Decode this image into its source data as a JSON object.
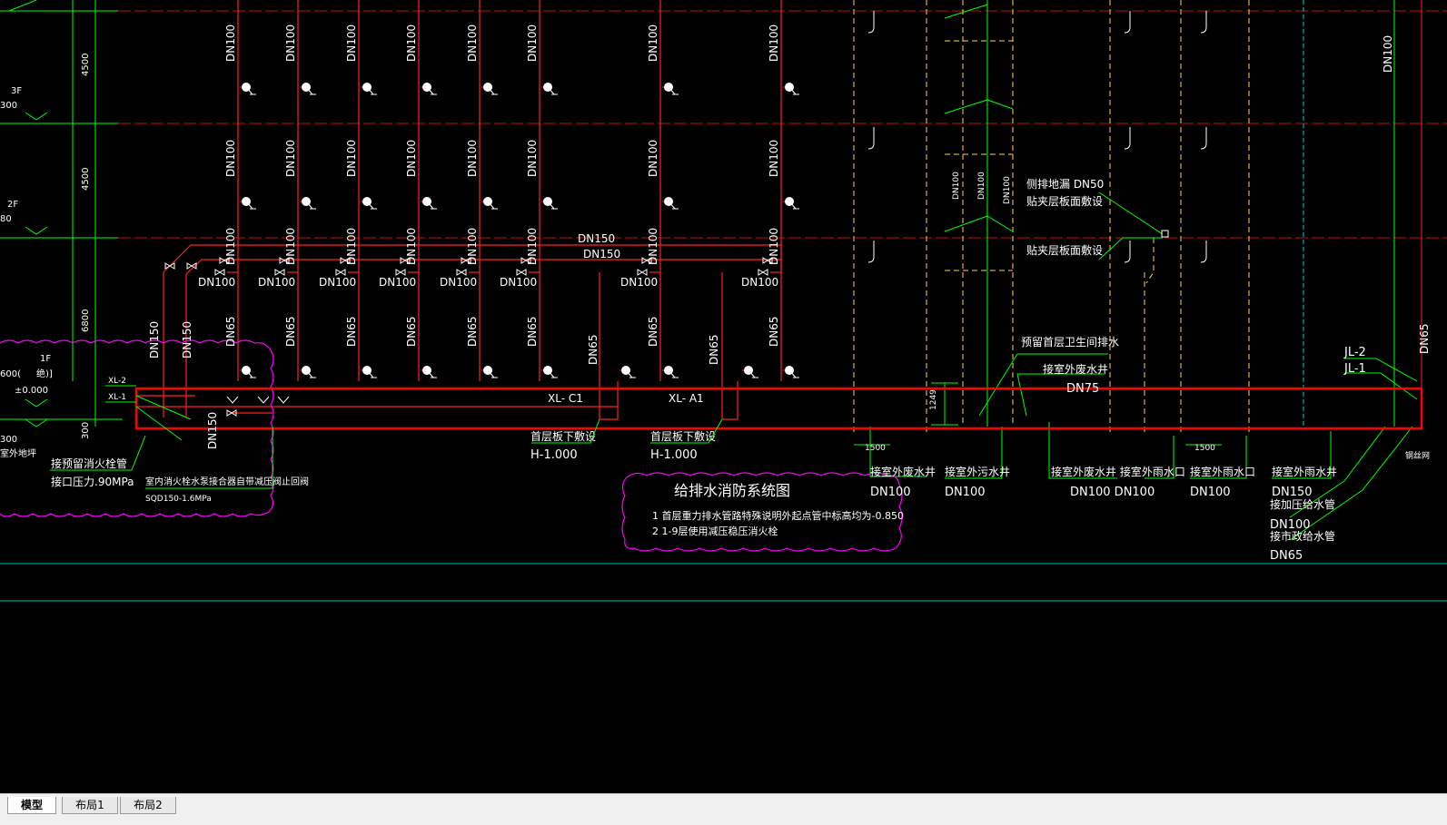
{
  "colors": {
    "background": "#000000",
    "pipe_red": "#ff2020",
    "green": "#00ff00",
    "white": "#ffffff",
    "yellow": "#ffd54f",
    "magenta": "#ff00ff",
    "cyan": "#00d0d0",
    "highlight": "#ff0000"
  },
  "elevations": {
    "floor3": "3F",
    "floor3_level": "300",
    "floor2": "2F",
    "floor2_level": "80",
    "floor1": "1F",
    "floor1_level_a": "600(",
    "floor1_level_b": "绝)]",
    "ground_level": "±0.000",
    "outdoor_level": "300",
    "outdoor_label": "室外地坪",
    "dim_4500a": "4500",
    "dim_4500b": "4500",
    "dim_6800": "6800",
    "dim_300": "300"
  },
  "risers": {
    "dn_top": [
      "DN100",
      "DN100",
      "DN100",
      "DN100",
      "DN100",
      "DN100",
      "DN100",
      "DN100"
    ],
    "dn_lower": [
      "DN65",
      "DN65",
      "DN65",
      "DN65",
      "DN65",
      "DN65",
      "DN65",
      "DN65"
    ],
    "dn_branch": [
      "DN100",
      "DN100",
      "DN100",
      "DN100",
      "DN100",
      "DN100",
      "DN100",
      "DN100"
    ],
    "dn_supply_a": "DN150",
    "dn_supply_b": "DN150",
    "dn_supply_c": "DN150",
    "dn_main_a": "DN150",
    "dn_main_b": "DN150",
    "dn65_c1": "DN65",
    "dn65_a1": "DN65",
    "xl2": "XL-2",
    "xl1": "XL-1",
    "xl_c1": "XL- C1",
    "xl_a1": "XL- A1",
    "under_slab_1": "首层板下敷设",
    "h_1": "H-1.000",
    "under_slab_2": "首层板下敷设",
    "h_2": "H-1.000",
    "fire_hydrant_note": "接预留消火栓管",
    "pressure_note": "接口压力.90MPa",
    "valve_note": "室内消火栓水泵接合器自带减压阀止回阀",
    "valve_spec": "SQD150-1.6MPa"
  },
  "drainage": {
    "side_drain": "侧排地漏 DN50",
    "side_drain_note": "贴夹层板面敷设",
    "side_drain_note2": "贴夹层板面敷设",
    "reserve_note": "预留首层卫生间排水",
    "waste_well_top": "接室外废水井",
    "dn75": "DN75",
    "dim_1249": "1249",
    "dim_1500a": "1500",
    "dim_1500b": "1500",
    "dn100_v": [
      "DN100",
      "DN100",
      "DN100"
    ],
    "dn100_right": "DN100",
    "dn65_right": "DN65",
    "outlets": [
      {
        "label": "接室外废水井",
        "dn": "DN100"
      },
      {
        "label": "接室外污水井",
        "dn": "DN100"
      },
      {
        "label": "接室外废水井 接室外雨水口",
        "dn": "DN100 DN100"
      },
      {
        "label": "接室外雨水口",
        "dn": "DN100"
      }
    ],
    "jl2": "JL-2",
    "jl1": "JL-1",
    "rain_well": "接室外雨水井",
    "rain_dn": "DN150",
    "pressurized": "接加压给水管",
    "pressurized_dn": "DN100",
    "municipal": "接市政给水管",
    "municipal_dn": "DN65",
    "edge_note": "钢丝网"
  },
  "title_block": {
    "title": "给排水消防系统图",
    "note1": "1 首层重力排水管路特殊说明外起点管中标高均为-0.850",
    "note2": "2 1-9层使用减压稳压消火栓"
  },
  "tabs": {
    "model": "模型",
    "layout1": "布局1",
    "layout2": "布局2"
  }
}
